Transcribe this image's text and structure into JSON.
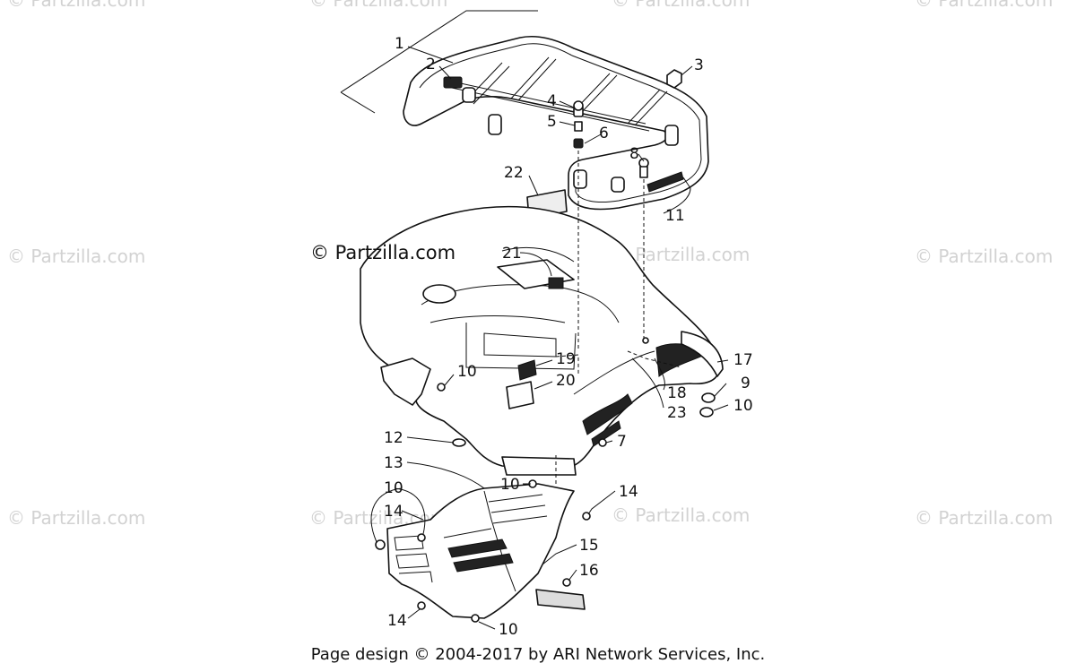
{
  "watermarks": {
    "main": "© Partzilla.com",
    "faint": "© Partzilla.com"
  },
  "footer": "Page design © 2004-2017 by ARI Network Services, Inc.",
  "callouts": [
    {
      "id": "1",
      "text": "1"
    },
    {
      "id": "2",
      "text": "2"
    },
    {
      "id": "3",
      "text": "3"
    },
    {
      "id": "4",
      "text": "4"
    },
    {
      "id": "5",
      "text": "5"
    },
    {
      "id": "6",
      "text": "6"
    },
    {
      "id": "8",
      "text": "8"
    },
    {
      "id": "11",
      "text": "11"
    },
    {
      "id": "22",
      "text": "22"
    },
    {
      "id": "21",
      "text": "21"
    },
    {
      "id": "17",
      "text": "17"
    },
    {
      "id": "19",
      "text": "19"
    },
    {
      "id": "20",
      "text": "20"
    },
    {
      "id": "9",
      "text": "9"
    },
    {
      "id": "18",
      "text": "18"
    },
    {
      "id": "10a",
      "text": "10"
    },
    {
      "id": "10b",
      "text": "10"
    },
    {
      "id": "23",
      "text": "23"
    },
    {
      "id": "7",
      "text": "7"
    },
    {
      "id": "12",
      "text": "12"
    },
    {
      "id": "13",
      "text": "13"
    },
    {
      "id": "10c",
      "text": "10"
    },
    {
      "id": "14a",
      "text": "14"
    },
    {
      "id": "10d",
      "text": "10"
    },
    {
      "id": "14b",
      "text": "14"
    },
    {
      "id": "15",
      "text": "15"
    },
    {
      "id": "16",
      "text": "16"
    },
    {
      "id": "14c",
      "text": "14"
    },
    {
      "id": "10e",
      "text": "10"
    }
  ]
}
